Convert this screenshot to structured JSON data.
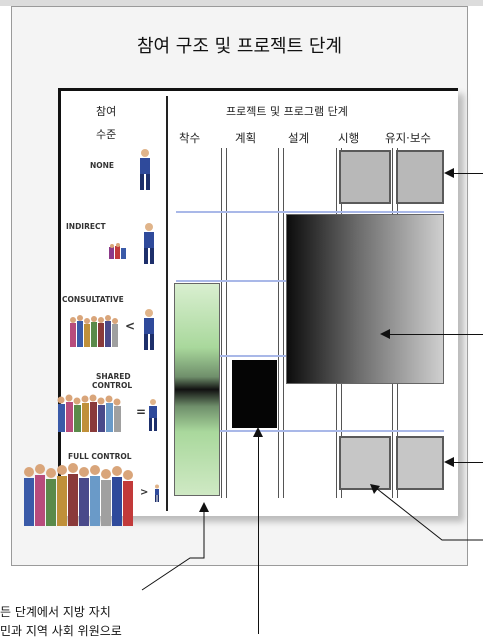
{
  "title": "참여 구조 및 프로젝트 단계",
  "header": {
    "participation_line1": "참여",
    "participation_line2": "수준",
    "project_stages": "프로젝트 및 프로그램 단계"
  },
  "stages": [
    "착수",
    "계획",
    "설계",
    "시행",
    "유지·보수"
  ],
  "levels": {
    "none": "NONE",
    "indirect": "INDIRECT",
    "consultative": "CONSULTATIVE",
    "shared_line1": "SHARED",
    "shared_line2": "CONTROL",
    "full": "FULL CONTROL"
  },
  "symbols": {
    "less_than": "<",
    "equals": "=",
    "greater_than": ">"
  },
  "footer": {
    "line1": "든 단계에서 지방 자치",
    "line2": "민과 지역 사회 위원으로"
  },
  "colors": {
    "figure_blue": "#2f4a9b",
    "green_gradient": "#a9d89c",
    "blue_gridline": "#a9b8e8"
  }
}
